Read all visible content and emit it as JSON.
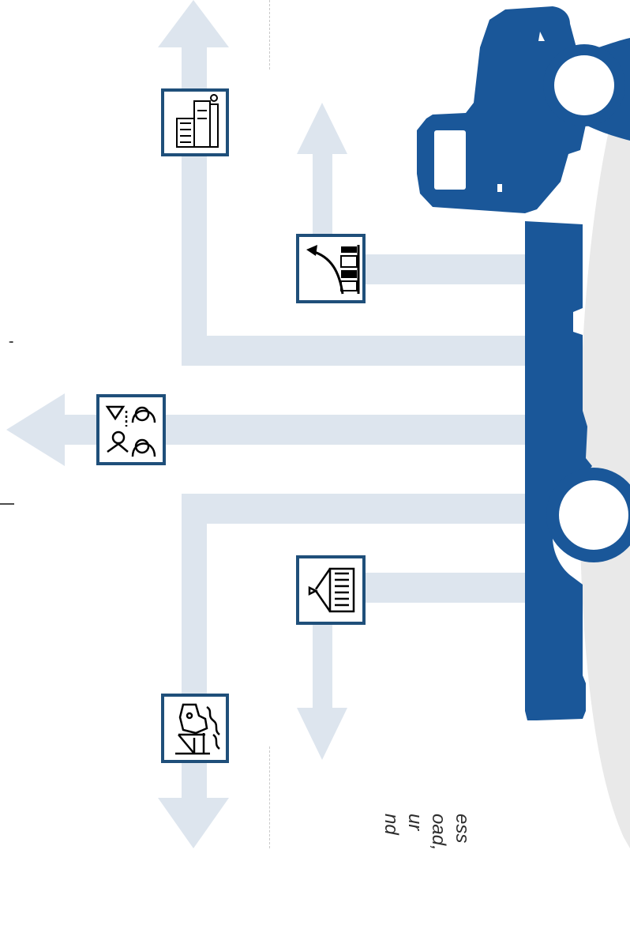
{
  "colors": {
    "truck": "#1a5799",
    "arrow": "#dde5ee",
    "icon_border": "#1f4f7a",
    "shadow": "#e9e9e9"
  },
  "icons": [
    {
      "name": "factory-icon"
    },
    {
      "name": "growth-chart-icon"
    },
    {
      "name": "meeting-people-icon"
    },
    {
      "name": "container-crane-icon"
    },
    {
      "name": "port-ship-icon"
    }
  ],
  "side_glyphs": {
    "top": "'",
    "bottom": "|"
  },
  "caption_lines": [
    "ess",
    "oad,",
    "ur",
    "nd"
  ]
}
